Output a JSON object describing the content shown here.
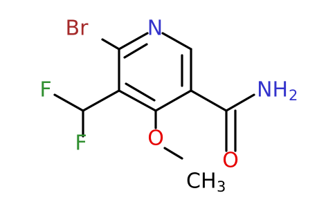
{
  "molecule": {
    "atom_labels": {
      "nitrogen": "N",
      "bromine": "Br",
      "fluorine_upper": "F",
      "fluorine_lower": "F",
      "oxygen_methoxy": "O",
      "methyl": "CH",
      "methyl_subscript": "3",
      "oxygen_carbonyl": "O",
      "amine": "NH",
      "amine_subscript": "2"
    },
    "colors": {
      "bond": "#000000",
      "nitrogen": "#3333cc",
      "bromine": "#a52a2a",
      "fluorine": "#2f8f2f",
      "oxygen": "#e60000",
      "carbon": "#000000"
    }
  }
}
